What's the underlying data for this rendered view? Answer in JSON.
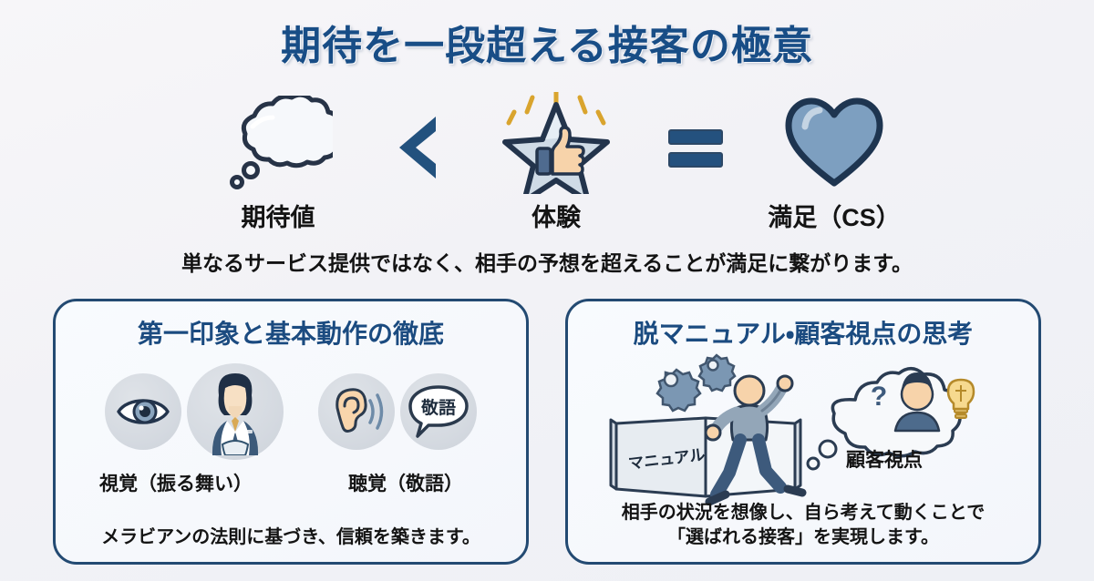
{
  "title": "期待を一段超える接客の極意",
  "equation": {
    "items": [
      {
        "icon": "thought-cloud-icon",
        "label": "期待値"
      },
      {
        "icon": "star-thumbs-up-icon",
        "label": "体験"
      },
      {
        "icon": "heart-icon",
        "label": "満足（CS）"
      }
    ],
    "operators": [
      {
        "icon": "less-than-icon",
        "symbol": "<"
      },
      {
        "icon": "equals-icon",
        "symbol": "="
      }
    ]
  },
  "lead": "単なるサービス提供ではなく、相手の予想を超えることが満足に繋がります。",
  "cards": [
    {
      "title": "第一印象と基本動作の徹底",
      "icons": [
        {
          "name": "eye-icon"
        },
        {
          "name": "businesswoman-icon"
        },
        {
          "name": "ear-sound-icon"
        },
        {
          "name": "speech-bubble-keigo-icon",
          "text": "敬語"
        }
      ],
      "labels": [
        "視覚（振る舞い）",
        "聴覚（敬語）"
      ],
      "footer": "メラビアンの法則に基づき、信頼を築きます。"
    },
    {
      "title": "脱マニュアル・顧客視点の思考",
      "illustration": {
        "book_label": "マニュアル",
        "cloud_label": "顧客視点"
      },
      "footer_line1": "相手の状況を想像し、自ら考えて動くことで",
      "footer_line2": "「選ばれる接客」を実現します。"
    }
  ],
  "colors": {
    "title_blue": "#184d86",
    "card_border": "#234a72",
    "navy": "#1e3f63",
    "steel_blue": "#7d9fc0",
    "skin": "#f6d3ab",
    "background": "#f2f2f6"
  }
}
